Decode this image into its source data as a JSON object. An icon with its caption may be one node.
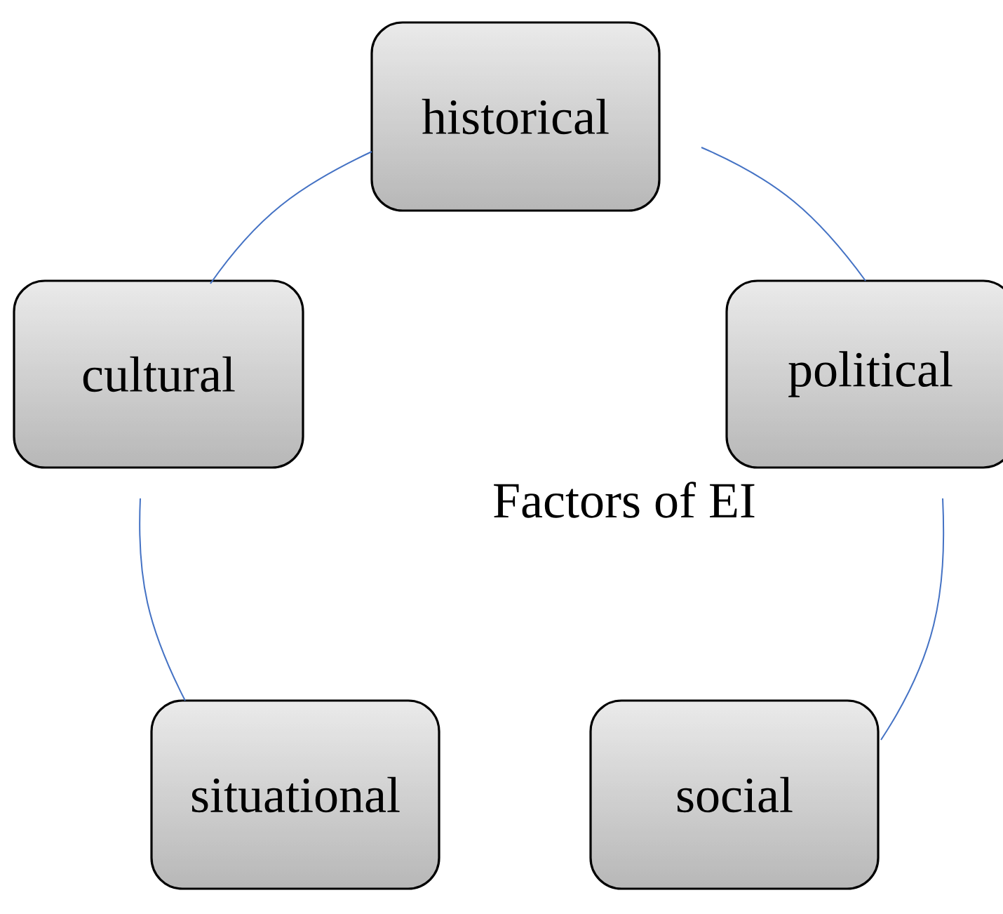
{
  "diagram": {
    "nodes": [
      {
        "text": [
          "historical"
        ]
      },
      {
        "text": [
          "cultural"
        ]
      },
      {
        "text": [
          "political"
        ]
      },
      {
        "text": [
          "situational"
        ]
      },
      {
        "text": [
          "social"
        ]
      }
    ],
    "edges": [
      {
        "from": 0,
        "to": 2,
        "arrow": "none"
      },
      {
        "from": 2,
        "to": 4,
        "arrow": "none"
      },
      {
        "from": 3,
        "to": 1,
        "arrow": "none"
      },
      {
        "from": 1,
        "to": 0,
        "arrow": "none"
      }
    ],
    "labels": [
      "Factors of EI"
    ]
  }
}
